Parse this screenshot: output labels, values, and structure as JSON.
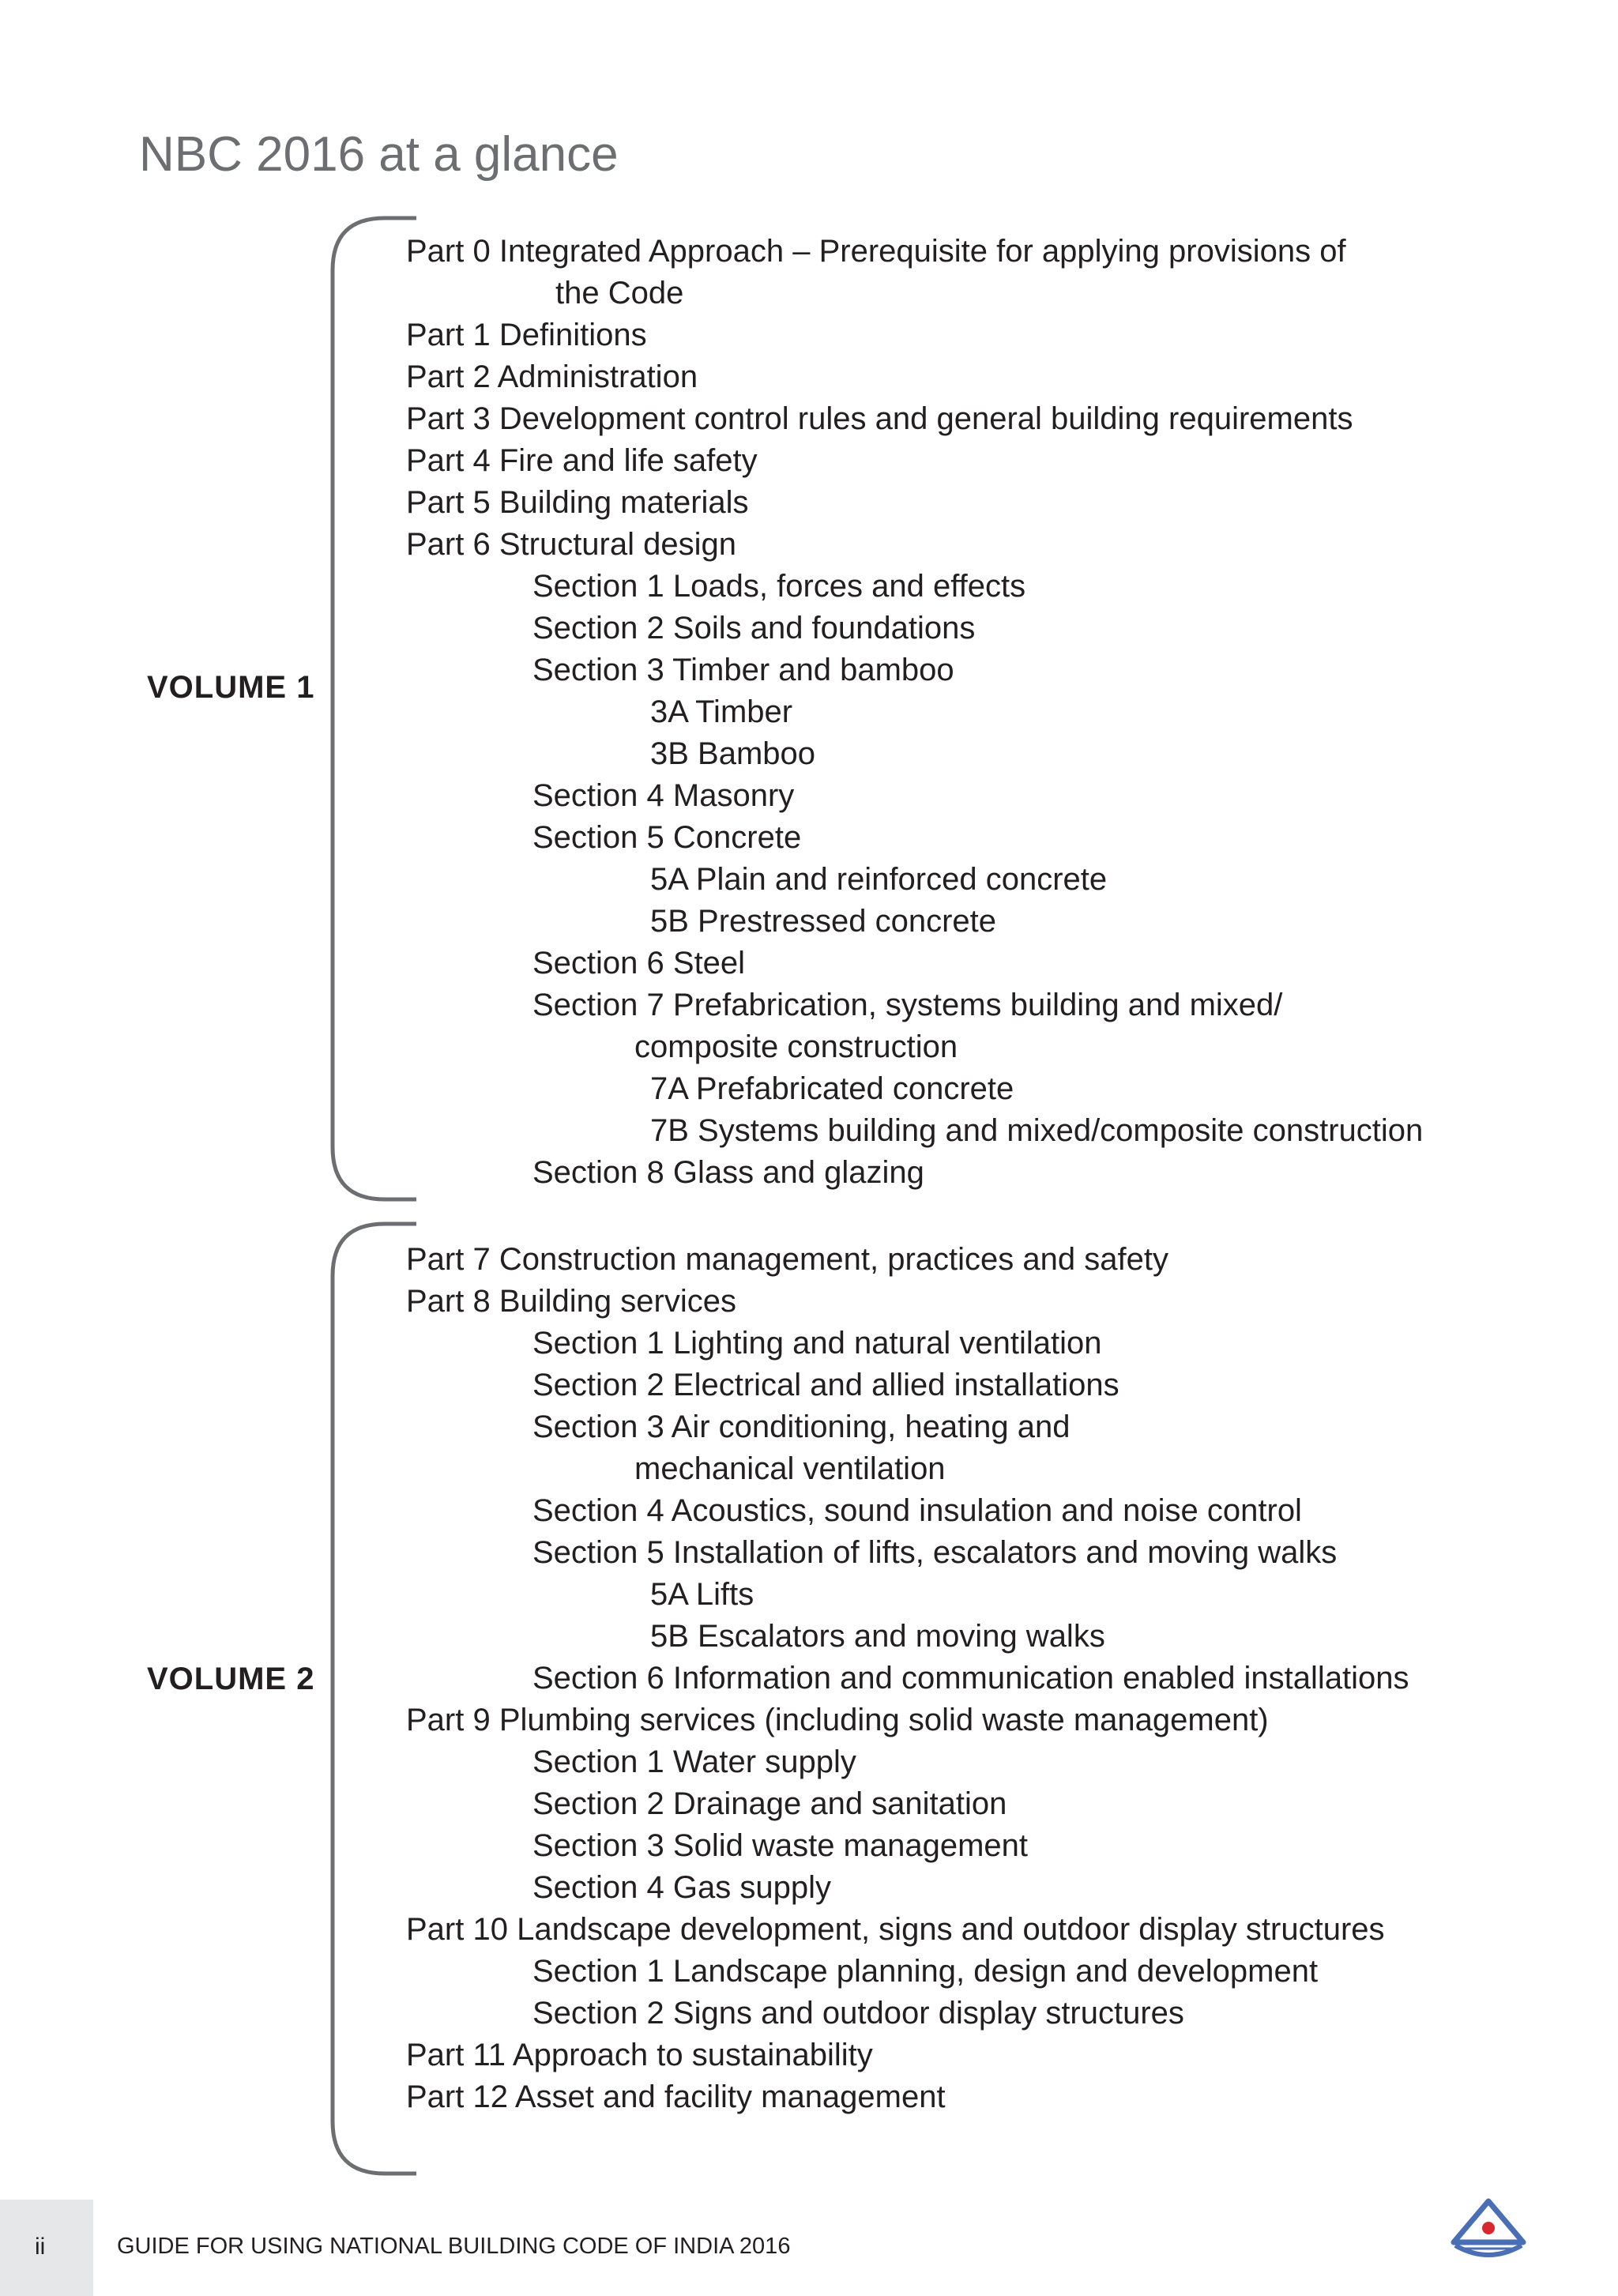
{
  "page": {
    "title": "NBC 2016 at a glance"
  },
  "volume1": {
    "label": "VOLUME 1",
    "items": [
      {
        "level": 0,
        "text": "Part 0 Integrated Approach – Prerequisite for applying provisions of"
      },
      {
        "level": "cont2",
        "text": "the Code"
      },
      {
        "level": 0,
        "text": "Part 1 Definitions"
      },
      {
        "level": 0,
        "text": "Part 2 Administration"
      },
      {
        "level": 0,
        "text": "Part 3 Development control rules and general building requirements"
      },
      {
        "level": 0,
        "text": "Part 4 Fire and life safety"
      },
      {
        "level": 0,
        "text": "Part 5 Building materials"
      },
      {
        "level": 0,
        "text": "Part 6 Structural design"
      },
      {
        "level": 1,
        "text": "Section 1 Loads, forces and effects"
      },
      {
        "level": 1,
        "text": "Section 2 Soils and foundations"
      },
      {
        "level": 1,
        "text": "Section 3 Timber and bamboo"
      },
      {
        "level": 2,
        "text": "3A Timber"
      },
      {
        "level": 2,
        "text": "3B Bamboo"
      },
      {
        "level": 1,
        "text": "Section 4 Masonry"
      },
      {
        "level": 1,
        "text": "Section 5 Concrete"
      },
      {
        "level": 2,
        "text": "5A Plain and reinforced concrete"
      },
      {
        "level": 2,
        "text": "5B Prestressed concrete"
      },
      {
        "level": 1,
        "text": "Section 6 Steel"
      },
      {
        "level": 1,
        "text": "Section 7 Prefabrication, systems building and mixed/"
      },
      {
        "level": "cont1",
        "text": "composite construction"
      },
      {
        "level": 2,
        "text": "7A Prefabricated concrete"
      },
      {
        "level": 2,
        "text": "7B Systems building and mixed/composite construction"
      },
      {
        "level": 1,
        "text": "Section 8 Glass and glazing"
      }
    ]
  },
  "volume2": {
    "label": "VOLUME 2",
    "items": [
      {
        "level": 0,
        "text": "Part 7 Construction management, practices and safety"
      },
      {
        "level": 0,
        "text": "Part 8 Building services"
      },
      {
        "level": 1,
        "text": "Section 1 Lighting and natural ventilation"
      },
      {
        "level": 1,
        "text": "Section 2 Electrical and allied installations"
      },
      {
        "level": 1,
        "text": "Section 3 Air conditioning, heating and"
      },
      {
        "level": "cont1",
        "text": "mechanical  ventilation"
      },
      {
        "level": 1,
        "text": "Section 4 Acoustics, sound insulation and noise control"
      },
      {
        "level": 1,
        "text": "Section 5 Installation of lifts, escalators and moving walks"
      },
      {
        "level": 2,
        "text": "5A  Lifts"
      },
      {
        "level": 2,
        "text": "5B Escalators and moving walks"
      },
      {
        "level": 1,
        "text": "Section 6 Information and communication enabled installations"
      },
      {
        "level": 0,
        "text": "Part 9 Plumbing services (including solid waste management)"
      },
      {
        "level": 1,
        "text": "Section 1 Water supply"
      },
      {
        "level": 1,
        "text": "Section 2 Drainage and sanitation"
      },
      {
        "level": 1,
        "text": "Section 3 Solid waste management"
      },
      {
        "level": 1,
        "text": "Section 4 Gas supply"
      },
      {
        "level": 0,
        "text": "Part 10 Landscape development, signs and outdoor display structures"
      },
      {
        "level": 1,
        "text": "Section 1 Landscape planning, design and development"
      },
      {
        "level": 1,
        "text": "Section 2 Signs and outdoor display structures"
      },
      {
        "level": 0,
        "text": "Part 11 Approach to sustainability"
      },
      {
        "level": 0,
        "text": "Part 12 Asset and facility management"
      }
    ]
  },
  "footer": {
    "page_number": "ii",
    "text": "GUIDE FOR USING NATIONAL BUILDING CODE OF INDIA 2016",
    "logo_icon": "bis-logo-icon"
  },
  "colors": {
    "title": "#6d6e71",
    "brace": "#6d6e71",
    "logo_blue": "#4a6fb5",
    "logo_red": "#d7282f",
    "footer_box": "#e6e7e8"
  }
}
